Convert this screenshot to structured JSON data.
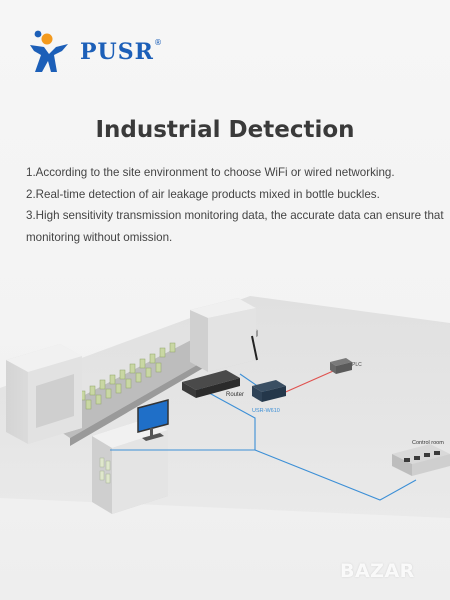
{
  "brand": {
    "name": "PUSR",
    "reg_mark": "®"
  },
  "page": {
    "title": "Industrial Detection",
    "points": [
      "1.According to the site environment to choose WiFi or wired networking.",
      "2.Real-time detection of air leakage products mixed in bottle buckles.",
      "3.High sensitivity transmission monitoring data, the accurate data can ensure that monitoring without omission."
    ]
  },
  "diagram": {
    "router_label": "Router",
    "device_label": "USR-W610",
    "plc_label": "PLC",
    "control_room_label": "Control room"
  },
  "watermark": "BAZAR",
  "colors": {
    "brand_blue": "#1c5fb8",
    "brand_orange": "#f39a1e",
    "line_blue": "#3c8fd6",
    "line_red": "#e0524f"
  }
}
